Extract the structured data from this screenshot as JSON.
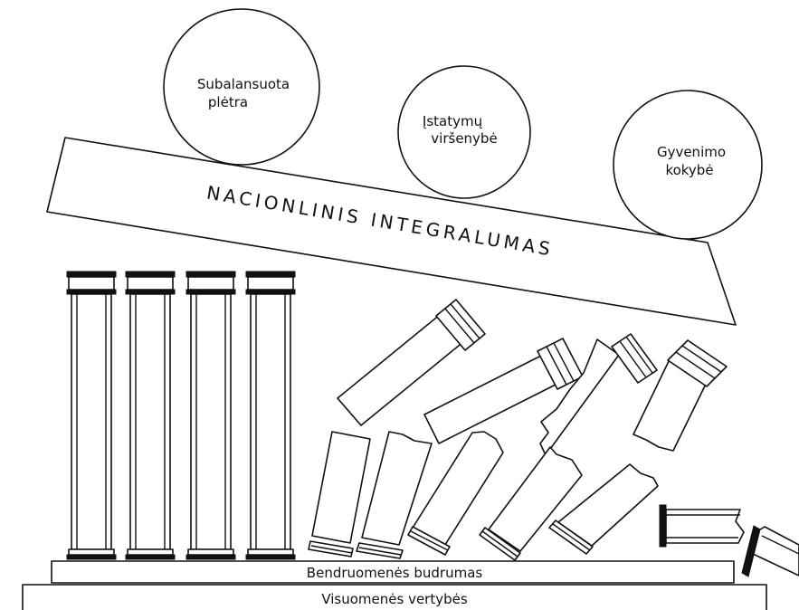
{
  "beam": {
    "label": "NACIONLINIS INTEGRALUMAS"
  },
  "spheres": [
    {
      "line1": "Subalansuota",
      "line2": "plėtra"
    },
    {
      "line1": "Įstatymų",
      "line2": "viršenybė"
    },
    {
      "line1": "Gyvenimo",
      "line2": "kokybė"
    }
  ],
  "base": {
    "upper": "Bendruomenės budrumas",
    "lower": "Visuomenės vertybės"
  },
  "columns": {
    "standing": 4,
    "fallen": 12
  },
  "colors": {
    "stroke": "#111111",
    "background": "#ffffff"
  }
}
